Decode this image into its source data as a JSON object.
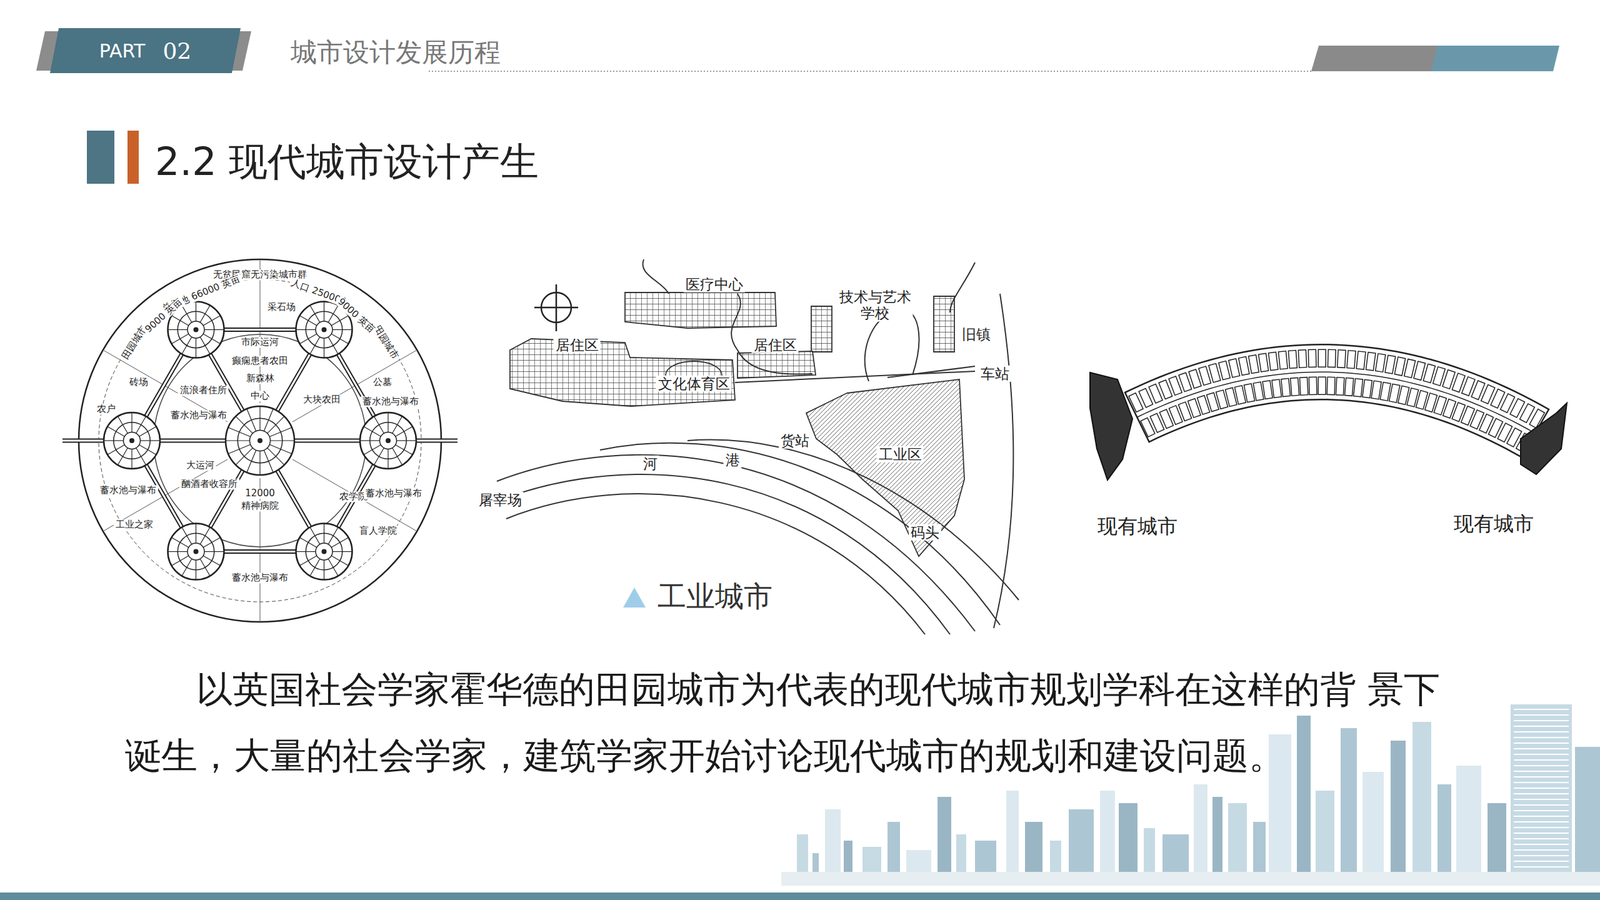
{
  "diagram": {
    "title": "2.2 现代城市设计产生",
    "caption": "工业城市",
    "nodes": [
      {
        "text": [
          "PART",
          "02"
        ]
      }
    ],
    "labels": [
      "城市设计发展历程",
      "无贫民窟无污染城市群",
      "总用地 66000 英亩",
      "人口 250000",
      "田园城市",
      "9000 英亩",
      "田园城市",
      "9000 英亩",
      "采石场",
      "市际运河",
      "癫痫患者农田",
      "新森林",
      "中心",
      "流浪者住所",
      "大块农田",
      "蓄水池与瀑布",
      "大运河",
      "酗酒者收容所",
      "12000",
      "精神病院",
      "农学院",
      "盲人学院",
      "工业之家",
      "蓄水池与瀑布",
      "砖场",
      "公墓",
      "蓄水池与瀑布",
      "农户",
      "蓄水池与瀑布",
      "蓄水池与瀑布",
      "医疗中心",
      "技术与艺术学校",
      "居住区",
      "居住区",
      "旧镇",
      "文化体育区",
      "车站",
      "货站",
      "工业区",
      "河",
      "港",
      "屠宰场",
      "码头",
      "现有城市",
      "现有城市",
      "以英国社会学家霍华德的田园城市为代表的现代城市规划学科在这样的背 景下诞生，大量的社会学家，建筑学家开始讨论现代城市的规划和建设问题。"
    ]
  }
}
